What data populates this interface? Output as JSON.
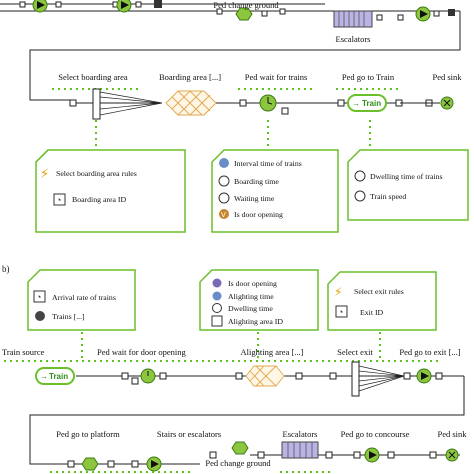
{
  "part_a": {
    "top_row": {
      "ped_change_ground": "Ped change ground",
      "escalators": "Escalators"
    },
    "flow_labels": {
      "select_boarding_area": "Select boarding area",
      "boarding_area": "Boarding area [...]",
      "ped_wait_for_trains": "Ped wait for trains",
      "ped_go_to_train": "Ped go to Train",
      "ped_sink": "Ped sink",
      "train_node": "Train"
    },
    "panel_boarding": {
      "items": [
        "Select boarding area rules",
        "Boarding area ID"
      ]
    },
    "panel_trains": {
      "items": [
        "Interval time of trains",
        "Boarding time",
        "Waiting time",
        "Is door opening"
      ]
    },
    "panel_dwelling": {
      "items": [
        "Dwelling time of trains",
        "Train speed"
      ]
    }
  },
  "part_b": {
    "section_label": "b)",
    "panel_source": {
      "items": [
        "Arrival rate of trains",
        "Trains [...]"
      ]
    },
    "panel_door": {
      "items": [
        "Is door opening",
        "Alighting time",
        "Dwelling time",
        "Alighting area ID"
      ]
    },
    "panel_exit": {
      "items": [
        "Select exit rules",
        "Exit ID"
      ]
    },
    "flow_labels": {
      "train_source": "Train source",
      "ped_wait_for_door": "Ped wait for door opening",
      "alighting_area": "Alighting area [...]",
      "select_exit": "Select exit",
      "ped_go_to_exit": "Ped go to exit [...]",
      "train_node": "Train"
    },
    "bottom_row": {
      "ped_go_to_platform": "Ped go to platform",
      "stairs_or_escalators": "Stairs or escalators",
      "escalators": "Escalators",
      "ped_go_to_concourse": "Ped go to concourse",
      "ped_sink": "Ped sink",
      "ped_change_ground": "Ped change ground"
    }
  },
  "colors": {
    "accent_green": "#6abf2a",
    "dotted_green": "#5cc21a",
    "node_fill": "#8cc63f",
    "line": "#222222",
    "lattice": "#e8b96a",
    "escalator_fill": "#b9b3e6"
  }
}
